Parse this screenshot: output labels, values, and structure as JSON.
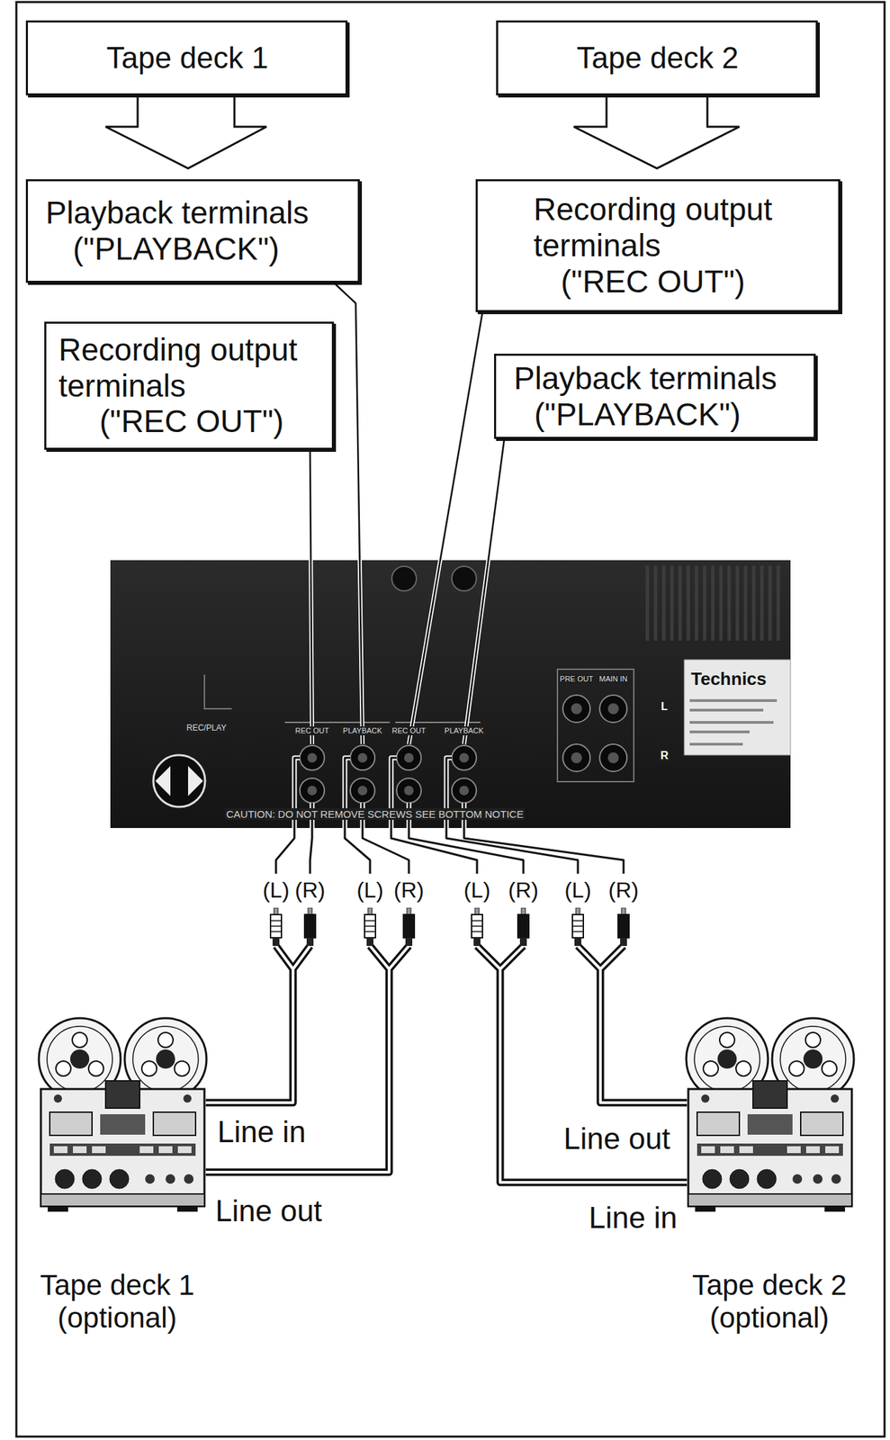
{
  "diagram": {
    "nodes": [
      {
        "text": [
          "Tape deck 1"
        ]
      },
      {
        "text": [
          "Tape deck 2"
        ]
      },
      {
        "text": [
          "Playback terminals",
          "(\"PLAYBACK\")"
        ]
      },
      {
        "text": [
          "Recording output terminals",
          "(\"REC OUT\")"
        ]
      },
      {
        "text": [
          "Recording output terminals",
          "(\"REC OUT\")"
        ]
      },
      {
        "text": [
          "Playback terminals",
          "(\"PLAYBACK\")"
        ]
      }
    ],
    "labels": [
      "REC/PLAY",
      "REC OUT",
      "PLAYBACK",
      "REC OUT",
      "PLAYBACK",
      "PRE OUT",
      "MAIN IN",
      "L",
      "R",
      "Technics",
      "CAUTION: DO NOT REMOVE SCREWS SEE BOTTOM NOTICE",
      "(L)",
      "(R)",
      "(L)",
      "(R)",
      "(L)",
      "(R)",
      "(L)",
      "(R)",
      "Line in",
      "Line out",
      "Line out",
      "Line in",
      "Tape deck 1 (optional)",
      "Tape deck 2 (optional)"
    ]
  }
}
